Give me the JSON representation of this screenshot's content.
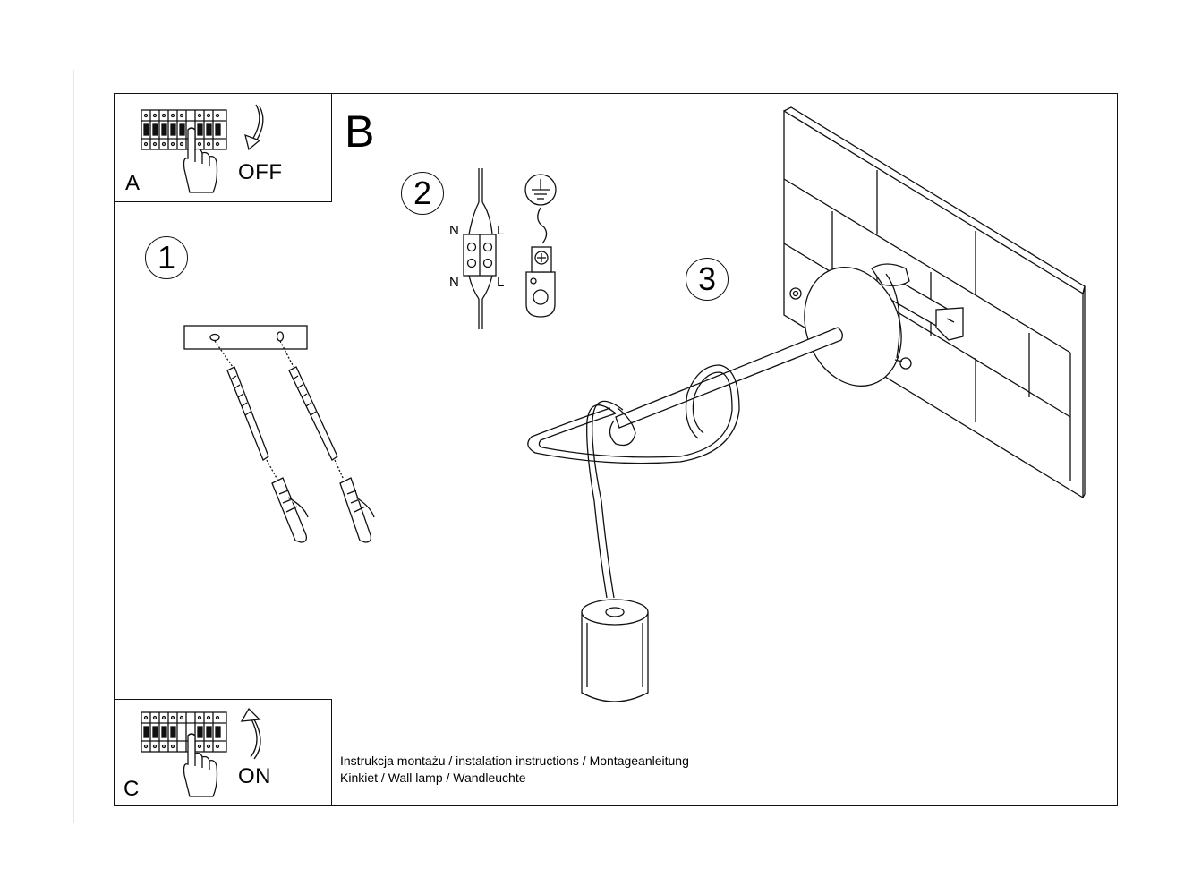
{
  "panel_a": {
    "letter": "A",
    "state": "OFF"
  },
  "panel_c": {
    "letter": "C",
    "state": "ON"
  },
  "section_b": {
    "letter": "B"
  },
  "steps": [
    "1",
    "2",
    "3"
  ],
  "wiring": {
    "neutral_top": "N",
    "live_top": "L",
    "neutral_bottom": "N",
    "live_bottom": "L"
  },
  "caption": {
    "line1": "Instrukcja montażu / instalation instructions / Montageanleitung",
    "line2": "Kinkiet / Wall lamp / Wandleuchte"
  },
  "icons": [
    "circuit-breaker-icon",
    "hand-icon",
    "arrow-down-icon",
    "arrow-up-icon",
    "ground-symbol-icon",
    "screw-icon",
    "wall-plug-icon"
  ]
}
